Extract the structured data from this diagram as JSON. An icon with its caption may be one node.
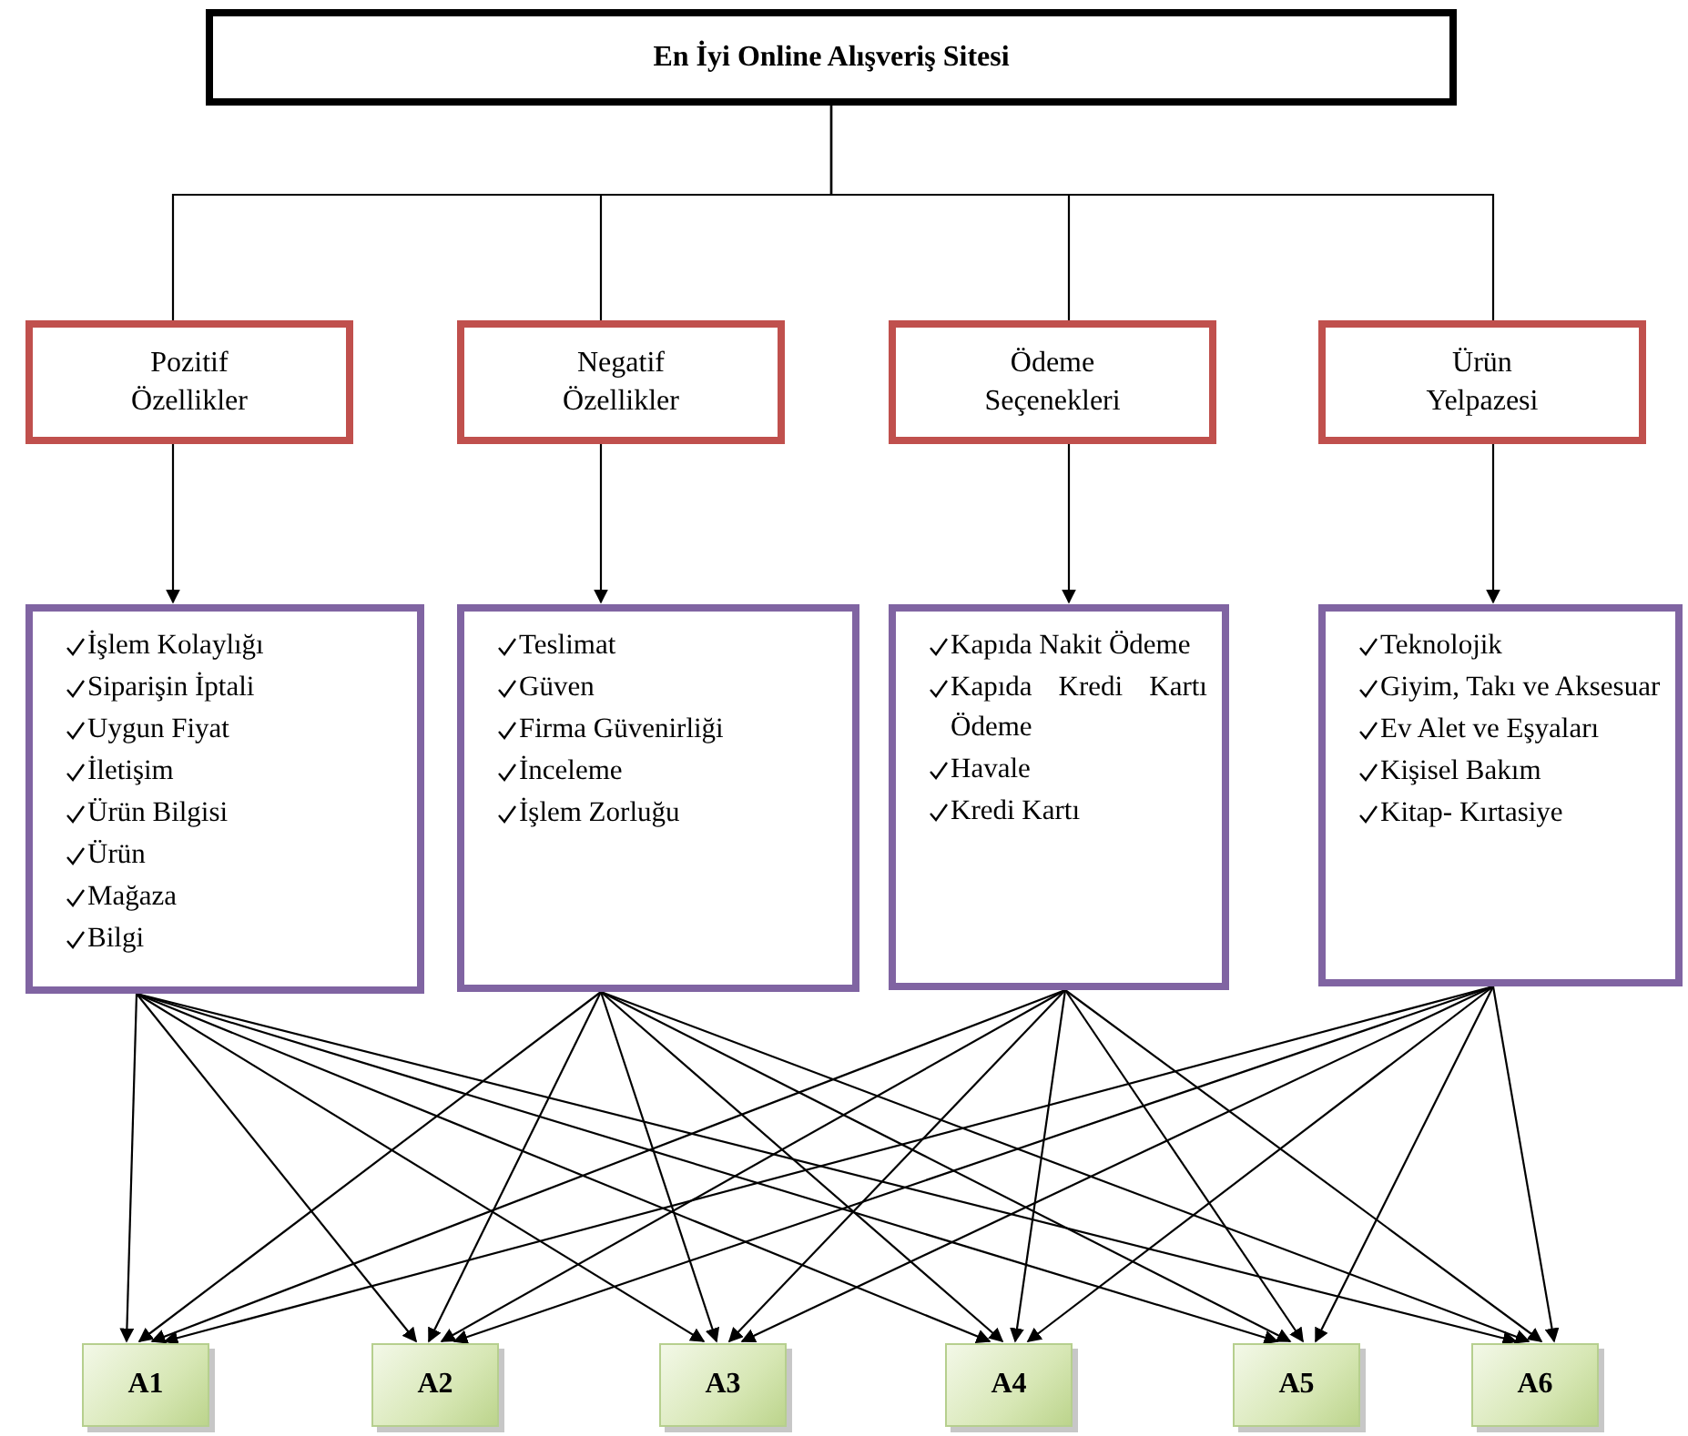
{
  "diagram": {
    "nodes": [
      {
        "text": [
          "En İyi Online Alışveriş Sitesi"
        ]
      },
      {
        "text": [
          "Pozitif Özellikler"
        ]
      },
      {
        "text": [
          "Negatif Özellikler"
        ]
      },
      {
        "text": [
          "Ödeme Seçenekleri"
        ]
      },
      {
        "text": [
          "Ürün Yelpazesi"
        ]
      },
      {
        "text": [
          "İşlem Kolaylığı",
          "Siparişin İptali",
          "Uygun Fiyat",
          "İletişim",
          "Ürün Bilgisi",
          "Ürün",
          "Mağaza",
          "Bilgi"
        ]
      },
      {
        "text": [
          "Teslimat",
          "Güven",
          "Firma Güvenirliği",
          "İnceleme",
          "İşlem Zorluğu"
        ]
      },
      {
        "text": [
          "Kapıda Nakit Ödeme",
          "Kapıda Kredi Kartı Ödeme",
          "Havale",
          "Kredi Kartı"
        ]
      },
      {
        "text": [
          "Teknolojik",
          "Giyim, Takı ve Aksesuar",
          "Ev Alet ve Eşyaları",
          "Kişisel Bakım",
          "Kitap- Kırtasiye"
        ]
      },
      {
        "text": [
          "A1"
        ]
      },
      {
        "text": [
          "A2"
        ]
      },
      {
        "text": [
          "A3"
        ]
      },
      {
        "text": [
          "A4"
        ]
      },
      {
        "text": [
          "A5"
        ]
      },
      {
        "text": [
          "A6"
        ]
      }
    ],
    "edges": [
      {
        "from": 0,
        "to": 1,
        "arrow": "none"
      },
      {
        "from": 0,
        "to": 2,
        "arrow": "none"
      },
      {
        "from": 0,
        "to": 3,
        "arrow": "none"
      },
      {
        "from": 0,
        "to": 4,
        "arrow": "none"
      },
      {
        "from": 1,
        "to": 5,
        "arrow": "to"
      },
      {
        "from": 2,
        "to": 6,
        "arrow": "to"
      },
      {
        "from": 3,
        "to": 7,
        "arrow": "to"
      },
      {
        "from": 4,
        "to": 8,
        "arrow": "to"
      },
      {
        "from": 5,
        "to": 9,
        "arrow": "to"
      },
      {
        "from": 5,
        "to": 10,
        "arrow": "to"
      },
      {
        "from": 5,
        "to": 11,
        "arrow": "to"
      },
      {
        "from": 5,
        "to": 12,
        "arrow": "to"
      },
      {
        "from": 5,
        "to": 13,
        "arrow": "to"
      },
      {
        "from": 5,
        "to": 14,
        "arrow": "to"
      },
      {
        "from": 6,
        "to": 9,
        "arrow": "to"
      },
      {
        "from": 6,
        "to": 10,
        "arrow": "to"
      },
      {
        "from": 6,
        "to": 11,
        "arrow": "to"
      },
      {
        "from": 6,
        "to": 12,
        "arrow": "to"
      },
      {
        "from": 6,
        "to": 13,
        "arrow": "to"
      },
      {
        "from": 6,
        "to": 14,
        "arrow": "to"
      },
      {
        "from": 7,
        "to": 9,
        "arrow": "to"
      },
      {
        "from": 7,
        "to": 10,
        "arrow": "to"
      },
      {
        "from": 7,
        "to": 11,
        "arrow": "to"
      },
      {
        "from": 7,
        "to": 12,
        "arrow": "to"
      },
      {
        "from": 7,
        "to": 13,
        "arrow": "to"
      },
      {
        "from": 7,
        "to": 14,
        "arrow": "to"
      },
      {
        "from": 8,
        "to": 9,
        "arrow": "to"
      },
      {
        "from": 8,
        "to": 10,
        "arrow": "to"
      },
      {
        "from": 8,
        "to": 11,
        "arrow": "to"
      },
      {
        "from": 8,
        "to": 12,
        "arrow": "to"
      },
      {
        "from": 8,
        "to": 13,
        "arrow": "to"
      },
      {
        "from": 8,
        "to": 14,
        "arrow": "to"
      }
    ]
  }
}
